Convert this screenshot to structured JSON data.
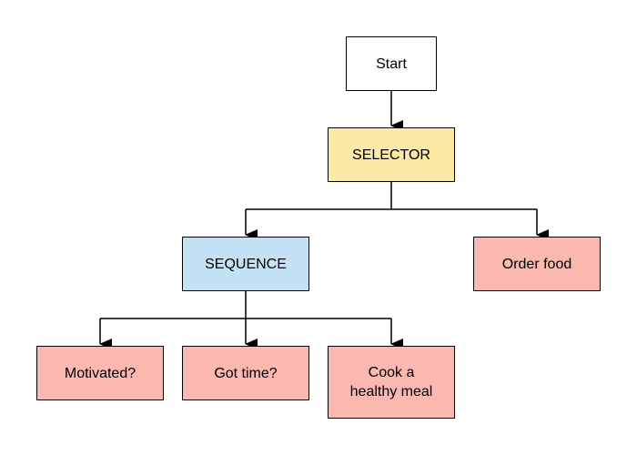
{
  "colors": {
    "start": "#ffffff",
    "selector": "#fde9a6",
    "sequence": "#c4e2f5",
    "leaf": "#fbb8b0",
    "line": "#000000"
  },
  "nodes": {
    "start": {
      "label": "Start"
    },
    "selector": {
      "label": "SELECTOR"
    },
    "sequence": {
      "label": "SEQUENCE"
    },
    "order_food": {
      "label": "Order food"
    },
    "motivated": {
      "label": "Motivated?"
    },
    "got_time": {
      "label": "Got time?"
    },
    "cook": {
      "label": "Cook a\nhealthy meal"
    }
  }
}
